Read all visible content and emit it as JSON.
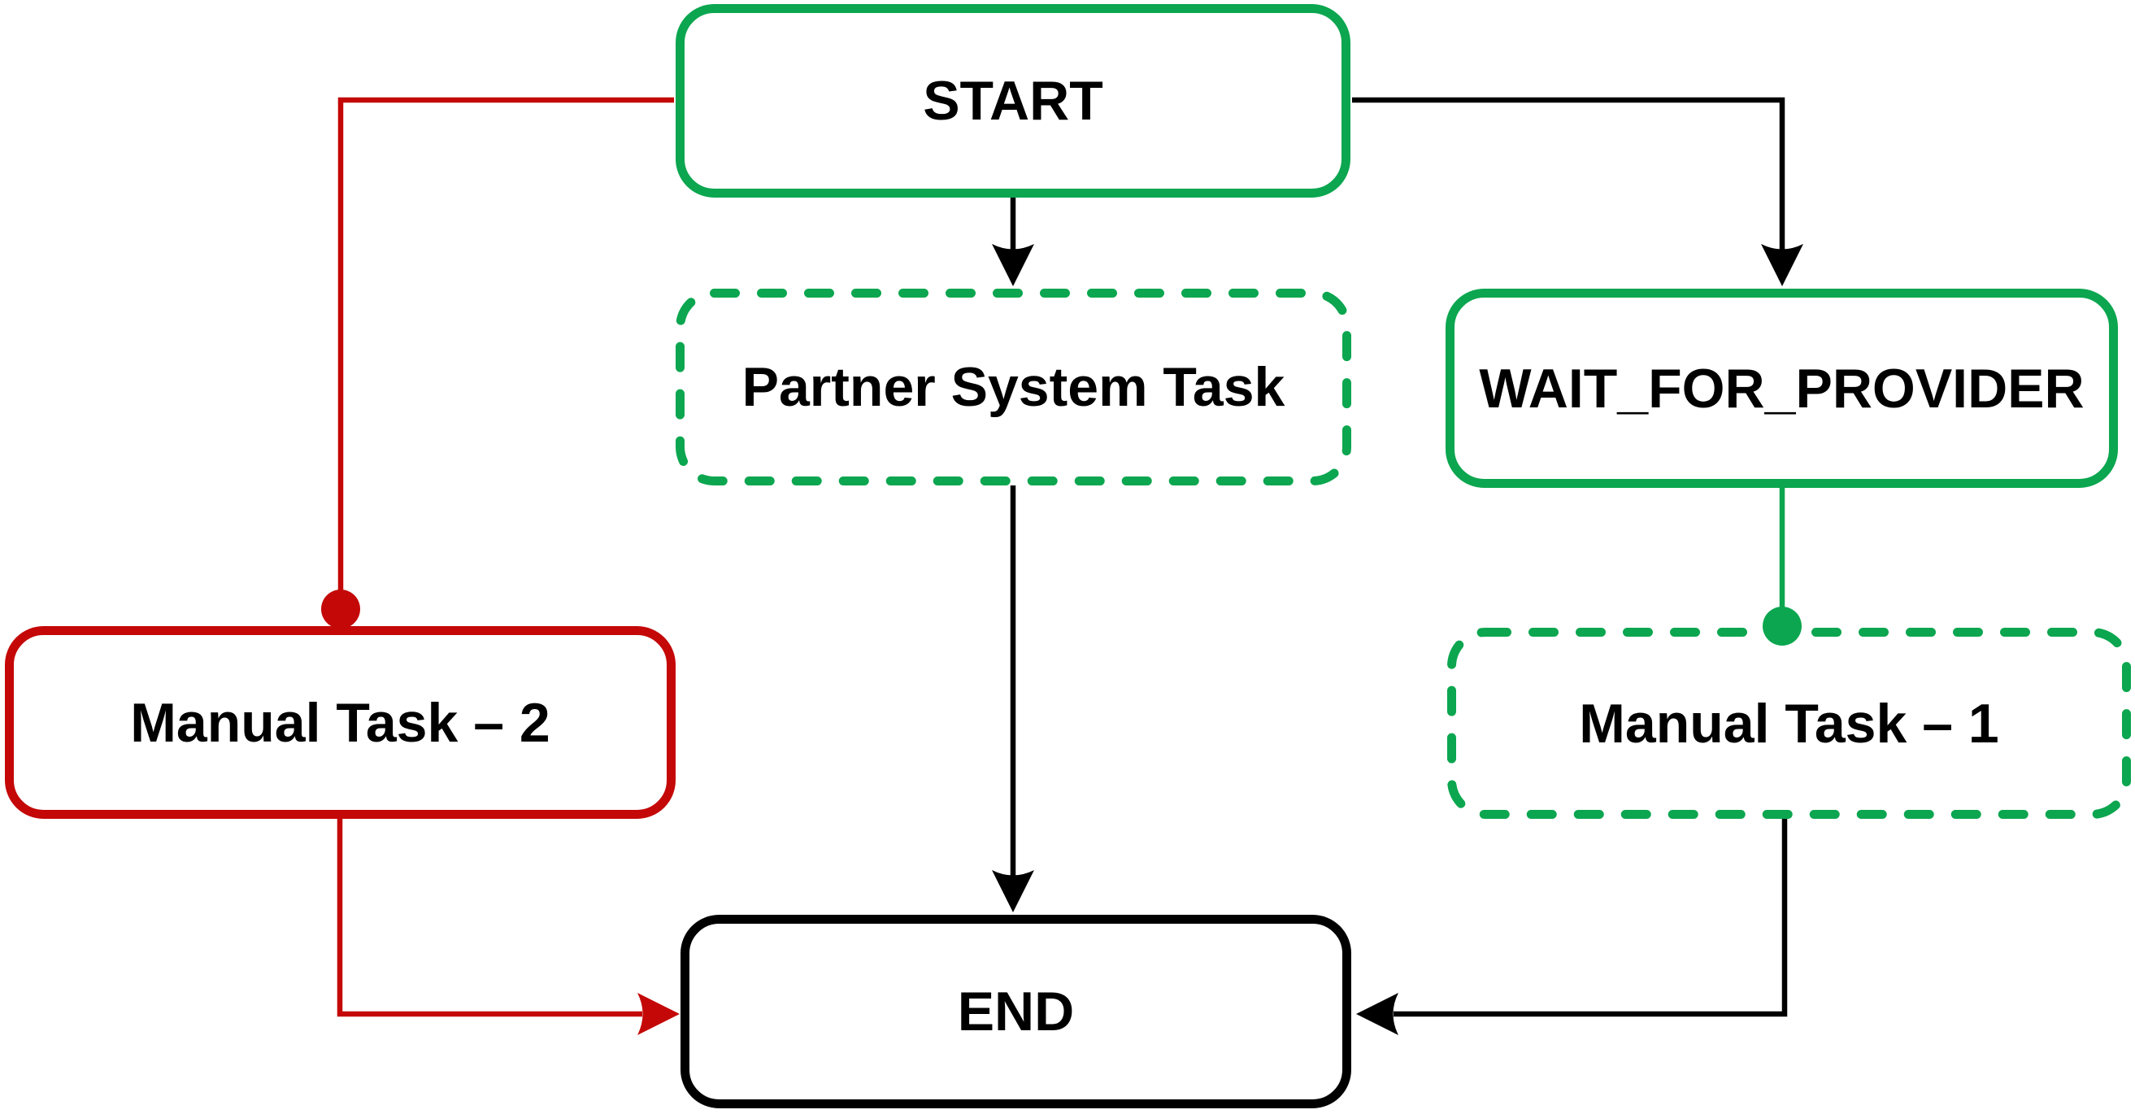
{
  "diagram": {
    "background": "#FFFFFF",
    "colors": {
      "green": "#0BA64F",
      "red": "#C40808",
      "black": "#000000",
      "label_text": "#000000",
      "node_fill": "#FFFFFF"
    },
    "nodes": [
      {
        "id": "start",
        "label": "START",
        "shape": "rounded-rectangle",
        "border": "solid",
        "border_color": "green"
      },
      {
        "id": "partner-system-task",
        "label": "Partner System Task",
        "shape": "rounded-rectangle",
        "border": "dashed",
        "border_color": "green"
      },
      {
        "id": "wait-for-provider",
        "label": "WAIT_FOR_PROVIDER",
        "shape": "rounded-rectangle",
        "border": "solid",
        "border_color": "green"
      },
      {
        "id": "manual-task-2",
        "label": "Manual Task – 2",
        "shape": "rounded-rectangle",
        "border": "solid",
        "border_color": "red"
      },
      {
        "id": "manual-task-1",
        "label": "Manual Task – 1",
        "shape": "rounded-rectangle",
        "border": "dashed",
        "border_color": "green"
      },
      {
        "id": "end",
        "label": "END",
        "shape": "rounded-rectangle",
        "border": "solid",
        "border_color": "black"
      }
    ],
    "edges": [
      {
        "from": "start",
        "to": "partner-system-task",
        "color": "black",
        "terminator": "arrowhead"
      },
      {
        "from": "start",
        "to": "wait-for-provider",
        "color": "black",
        "terminator": "arrowhead"
      },
      {
        "from": "start",
        "to": "manual-task-2",
        "color": "red",
        "terminator": "dot"
      },
      {
        "from": "wait-for-provider",
        "to": "manual-task-1",
        "color": "green",
        "terminator": "dot"
      },
      {
        "from": "partner-system-task",
        "to": "end",
        "color": "black",
        "terminator": "arrowhead"
      },
      {
        "from": "manual-task-1",
        "to": "end",
        "color": "black",
        "terminator": "arrowhead"
      },
      {
        "from": "manual-task-2",
        "to": "end",
        "color": "red",
        "terminator": "arrowhead"
      }
    ]
  }
}
